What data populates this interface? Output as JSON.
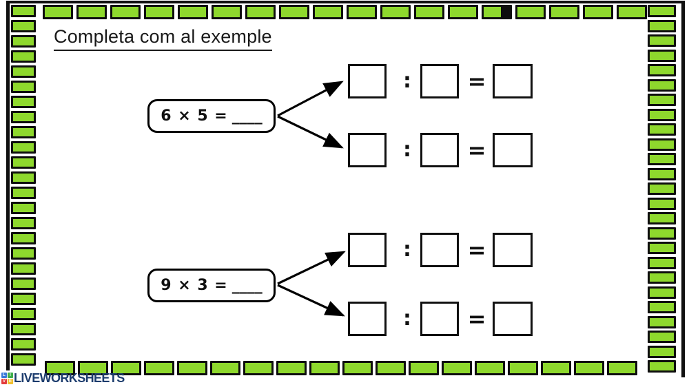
{
  "page": {
    "title": "Completa com al exemple"
  },
  "problems": [
    {
      "expression": "6 × 5 =",
      "blank": "____",
      "rows": [
        {
          "colon": ":",
          "equals": "="
        },
        {
          "colon": ":",
          "equals": "="
        }
      ]
    },
    {
      "expression": "9 × 3 =",
      "blank": "____",
      "rows": [
        {
          "colon": ":",
          "equals": "="
        },
        {
          "colon": ":",
          "equals": "="
        }
      ]
    }
  ],
  "logo": {
    "text": "LIVEWORKSHEETS",
    "tiles": [
      {
        "letter": "L",
        "color": "#3a7ad9"
      },
      {
        "letter": "I",
        "color": "#3fae4a"
      },
      {
        "letter": "V",
        "color": "#e23c3c"
      },
      {
        "letter": "E",
        "color": "#f2c02e"
      }
    ]
  },
  "colors": {
    "block_green": "#8ed82d",
    "logo_text": "#1d3d6e"
  }
}
